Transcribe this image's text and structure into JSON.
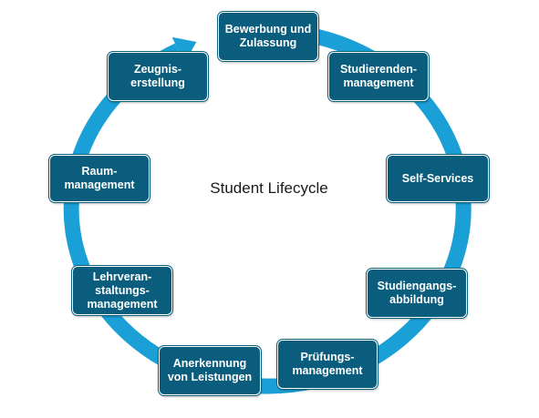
{
  "diagram": {
    "title": "Student Lifecycle",
    "colors": {
      "node_fill": "#0a5d7c",
      "ring": "#1aa0d6",
      "text_on_node": "#ffffff"
    },
    "nodes": [
      {
        "id": "bewerbung",
        "label": "Bewerbung und\nZulassung"
      },
      {
        "id": "studierendenmanagement",
        "label": "Studierenden-\nmanagement"
      },
      {
        "id": "self-services",
        "label": "Self-Services"
      },
      {
        "id": "studiengangsabbildung",
        "label": "Studiengangs-\nabbildung"
      },
      {
        "id": "pruefungsmanagement",
        "label": "Prüfungs-\nmanagement"
      },
      {
        "id": "anerkennung",
        "label": "Anerkennung\nvon Leistungen"
      },
      {
        "id": "lehrveranstaltungsmanagement",
        "label": "Lehrveran-\nstaltungs-\nmanagement"
      },
      {
        "id": "raummanagement",
        "label": "Raum-\nmanagement"
      },
      {
        "id": "zeugniserstellung",
        "label": "Zeugnis-\nerstellung"
      }
    ]
  }
}
